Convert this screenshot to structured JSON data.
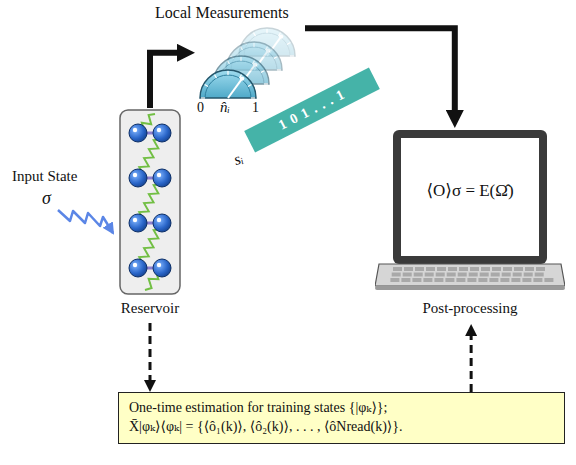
{
  "diagram": {
    "nodes": [
      {
        "text": [
          "Reservoir"
        ]
      },
      {
        "text": [
          "Local Measurements"
        ]
      },
      {
        "text": [
          "⟨O⟩σ = E(Ω̂)",
          "Post-processing"
        ]
      },
      {
        "text": [
          "One-time estimation for training states {|φₖ⟩};",
          "X̄|φₖ⟩⟨φₖ| = {⟨ô₁(k)⟩, ⟨ô₂(k)⟩, . . . , ⟨ôNread(k)⟩}."
        ]
      }
    ],
    "edges": [
      {
        "from": 0,
        "to": 1,
        "arrow": "to"
      },
      {
        "from": 1,
        "to": 2,
        "arrow": "to"
      },
      {
        "from": 0,
        "to": 3,
        "arrow": "to"
      },
      {
        "from": 3,
        "to": 2,
        "arrow": "to"
      }
    ],
    "labels": [
      "Input State",
      "σ",
      "0",
      "n̂ᵢ",
      "1",
      "1 0 1 . . . 1",
      "sᵢ"
    ]
  }
}
